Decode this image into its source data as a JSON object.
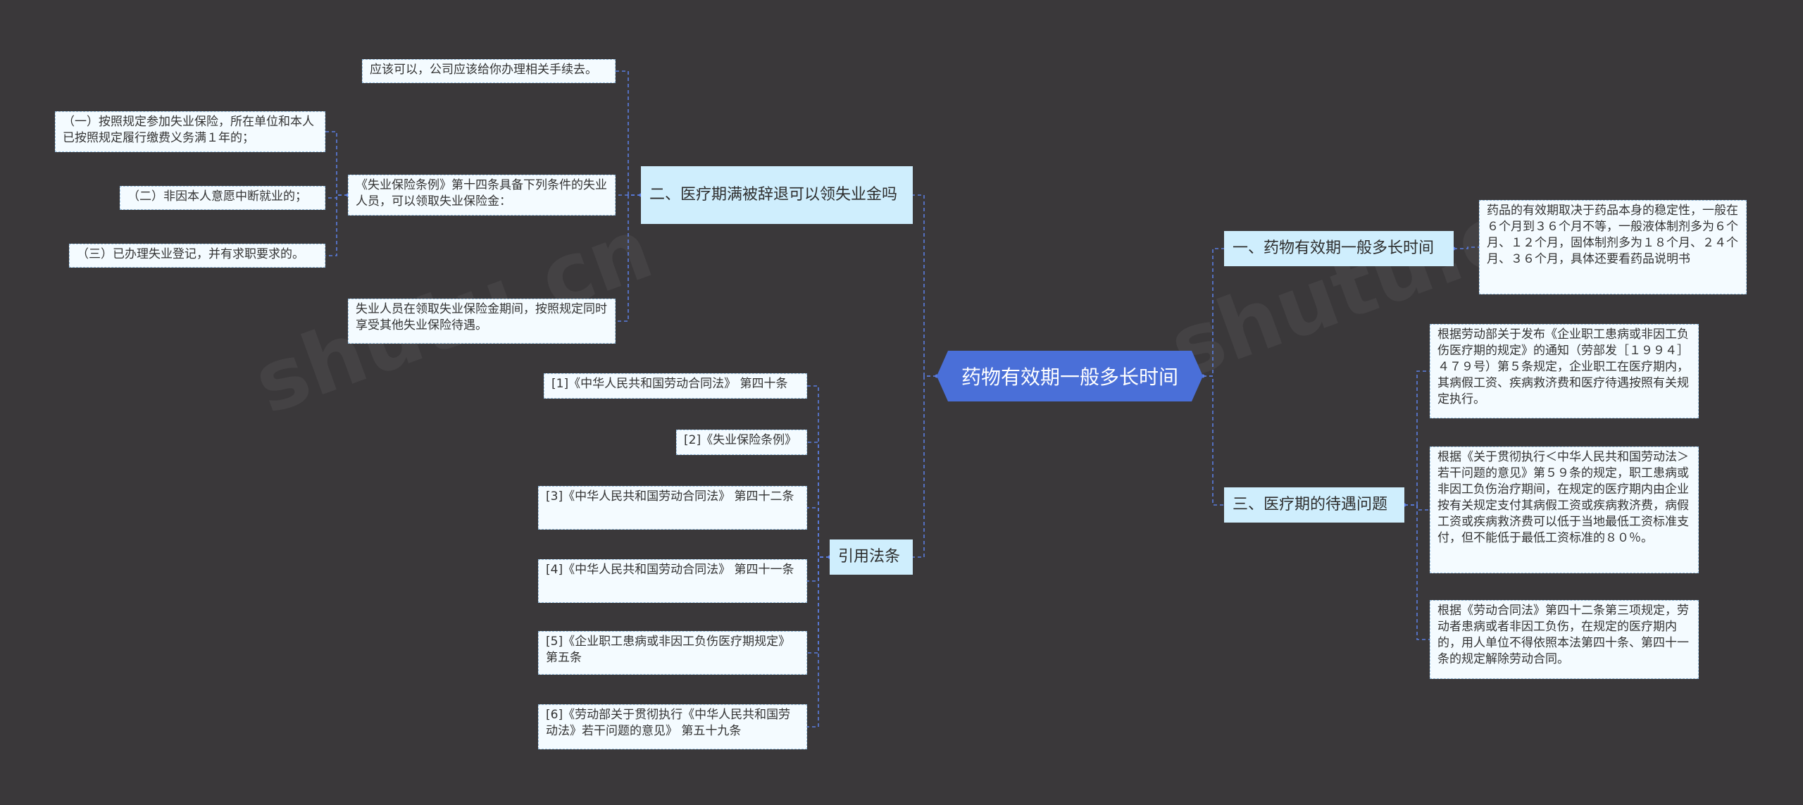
{
  "root": {
    "label": "药物有效期一般多长时间"
  },
  "branches": {
    "b1": {
      "label": "一、药物有效期一般多长时间"
    },
    "b2": {
      "label": "二、医疗期满被辞退可以领失业金吗"
    },
    "b3": {
      "label": "三、医疗期的待遇问题"
    },
    "b4": {
      "label": "引用法条"
    }
  },
  "leaves": {
    "l_drug": "药品的有效期取决于药品本身的稳定性，一般在６个月到３６个月不等，一般液体制剂多为６个月、１２个月，固体制剂多为１８个月、２４个月、３６个月，具体还要看药品说明书",
    "l_med1": "根据劳动部关于发布《企业职工患病或非因工负伤医疗期的规定》的通知（劳部发［１９９４］４７９号）第５条规定，企业职工在医疗期内，其病假工资、疾病救济费和医疗待遇按照有关规定执行。",
    "l_med2": "根据《关于贯彻执行＜中华人民共和国劳动法＞若干问题的意见》第５９条的规定，职工患病或非因工负伤治疗期间，在规定的医疗期内由企业按有关规定支付其病假工资或疾病救济费，病假工资或疾病救济费可以低于当地最低工资标准支付，但不能低于最低工资标准的８０％。",
    "l_med3": "根据《劳动合同法》第四十二条第三项规定，劳动者患病或者非因工负伤，在规定的医疗期内的，用人单位不得依照本法第四十条、第四十一条的规定解除劳动合同。",
    "l_yes": "应该可以，公司应该给你办理相关手续去。",
    "l_tiaoli": "《失业保险条例》第十四条具备下列条件的失业人员，可以领取失业保险金：",
    "l_cond1": "（一）按照规定参加失业保险，所在单位和本人已按照规定履行缴费义务满１年的；",
    "l_cond2": "（二）非因本人意愿中断就业的；",
    "l_cond3": "（三）已办理失业登记，并有求职要求的。",
    "l_enjoy": "失业人员在领取失业保险金期间，按照规定同时享受其他失业保险待遇。",
    "l_ref1": "[1]《中华人民共和国劳动合同法》 第四十条",
    "l_ref2": "[2]《失业保险条例》",
    "l_ref3": "[3]《中华人民共和国劳动合同法》 第四十二条",
    "l_ref4": "[4]《中华人民共和国劳动合同法》 第四十一条",
    "l_ref5": "[5]《企业职工患病或非因工负伤医疗期规定》 第五条",
    "l_ref6": "[6]《劳动部关于贯彻执行《中华人民共和国劳动法》若干问题的意见》 第五十九条"
  },
  "colors": {
    "background": "#3a383a",
    "root": "#4a6fd8",
    "branch": "#cfeefd",
    "leaf": "#f4fbff",
    "connector": "#5b7de0"
  }
}
